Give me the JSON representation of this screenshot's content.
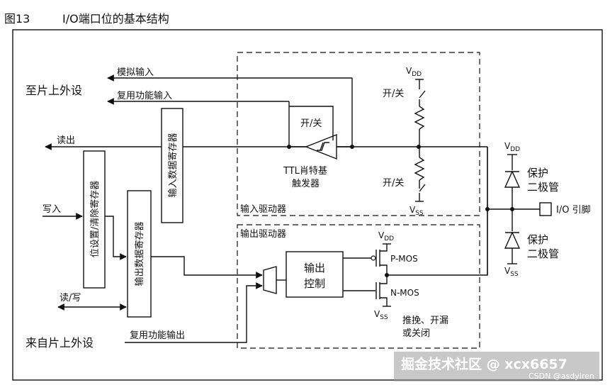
{
  "figure": {
    "number": "图13",
    "title": "I/O端口位的基本结构"
  },
  "labels": {
    "to_peripheral": "至片上外设",
    "from_peripheral": "来自片上外设",
    "analog_input": "模拟输入",
    "alt_func_input": "复用功能输入",
    "read_out": "读出",
    "write_in": "写入",
    "read_write": "读/写",
    "alt_func_output": "复用功能输出",
    "input_data_register": "输入数据寄存器",
    "bit_set_reset_register": "位设置/清除寄存器",
    "output_data_register": "输出数据寄存器",
    "onoff": "开/关",
    "ttl_schmitt_1": "TTL肖特基",
    "ttl_schmitt_2": "触发器",
    "input_driver": "输入驱动器",
    "output_driver": "输出驱动器",
    "output_control_1": "输出",
    "output_control_2": "控制",
    "pmos": "P-MOS",
    "nmos": "N-MOS",
    "mode_1": "推挽、开漏",
    "mode_2": "或关闭",
    "protect_1": "保护",
    "protect_2": "二极管",
    "io_pin": "I/O 引脚",
    "vdd_main": "V",
    "vdd_sub": "DD",
    "vss_main": "V",
    "vss_sub": "SS"
  },
  "watermark": {
    "text": "掘金技术社区 @ xcx6657",
    "credit": "CSDN @asdyiren"
  }
}
